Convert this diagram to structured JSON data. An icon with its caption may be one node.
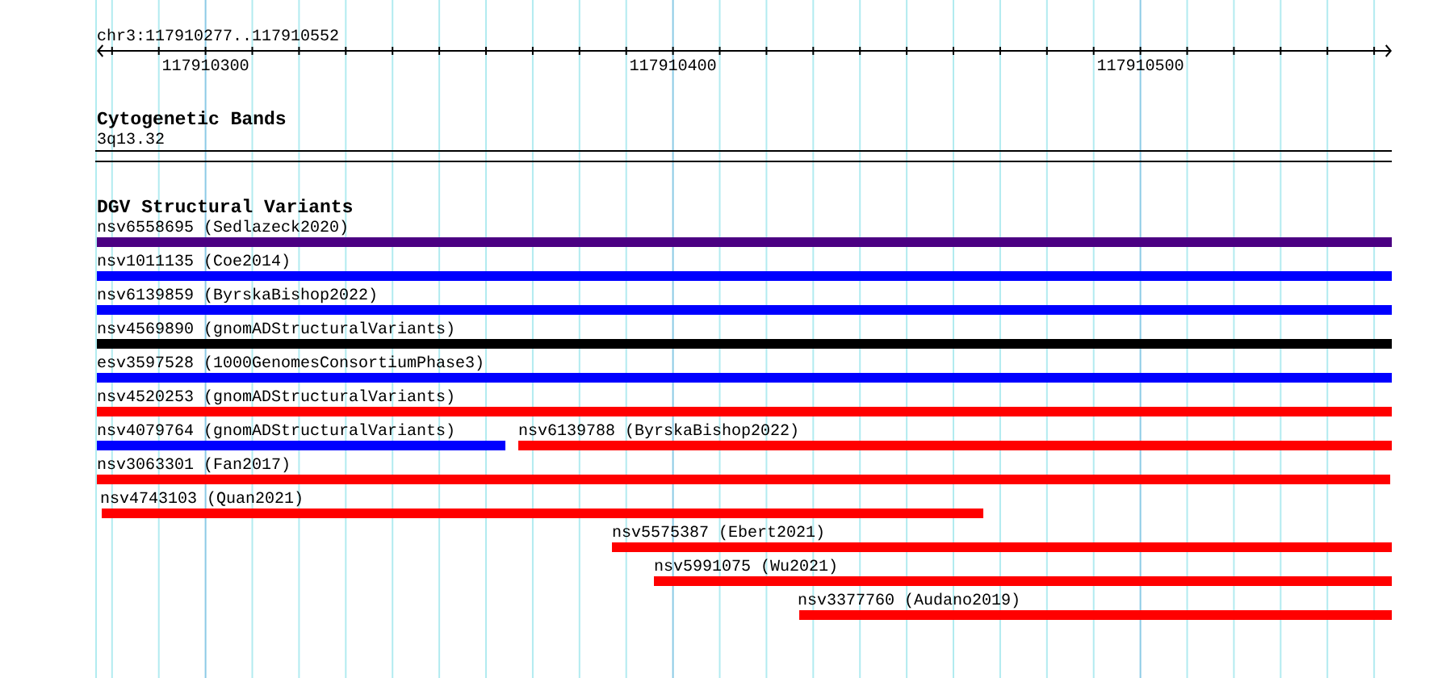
{
  "diagram": {
    "nodes": [
      {
        "text": [
          "3q13.32"
        ]
      },
      {
        "text": [
          "nsv6558695 (Sedlazeck2020)"
        ]
      },
      {
        "text": [
          "nsv1011135 (Coe2014)"
        ]
      },
      {
        "text": [
          "nsv6139859 (ByrskaBishop2022)"
        ]
      },
      {
        "text": [
          "nsv4569890 (gnomADStructuralVariants)"
        ]
      },
      {
        "text": [
          "esv3597528 (1000GenomesConsortiumPhase3)"
        ]
      },
      {
        "text": [
          "nsv4520253 (gnomADStructuralVariants)"
        ]
      },
      {
        "text": [
          "nsv4079764 (gnomADStructuralVariants)"
        ]
      },
      {
        "text": [
          "nsv6139788 (ByrskaBishop2022)"
        ]
      },
      {
        "text": [
          "nsv3063301 (Fan2017)"
        ]
      },
      {
        "text": [
          "nsv4743103 (Quan2021)"
        ]
      },
      {
        "text": [
          "nsv5575387 (Ebert2021)"
        ]
      },
      {
        "text": [
          "nsv5991075 (Wu2021)"
        ]
      },
      {
        "text": [
          "nsv3377760 (Audano2019)"
        ]
      }
    ],
    "labels": [
      "chr3:117910277..117910552",
      "117910300",
      "117910400",
      "117910500",
      "Cytogenetic Bands",
      "DGV Structural Variants"
    ]
  }
}
